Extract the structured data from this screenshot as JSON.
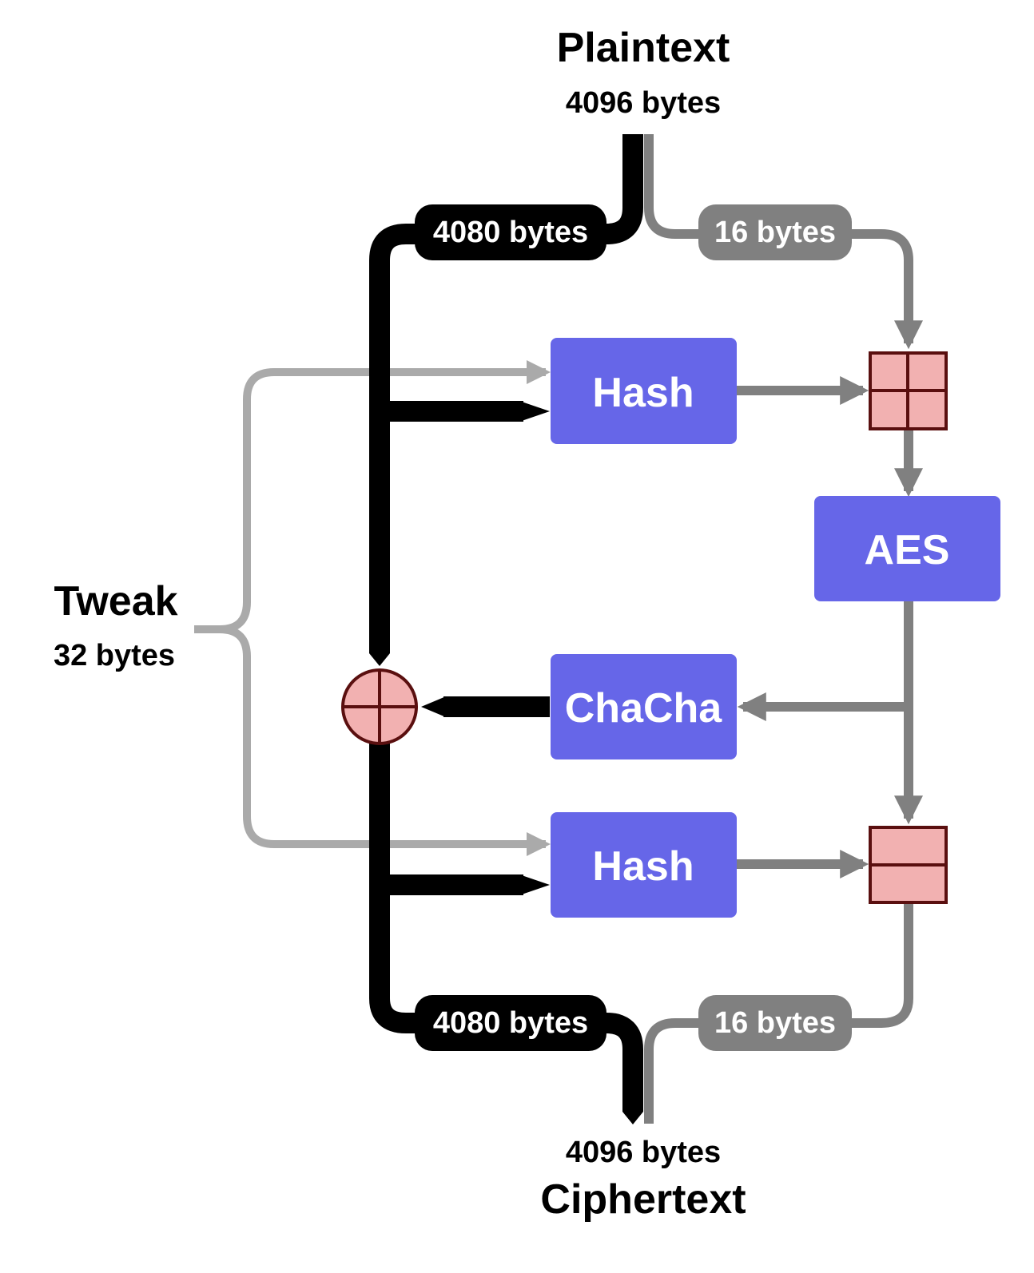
{
  "input": {
    "title": "Plaintext",
    "size": "4096 bytes"
  },
  "output": {
    "title": "Ciphertext",
    "size": "4096 bytes"
  },
  "tweak": {
    "title": "Tweak",
    "size": "32 bytes"
  },
  "split_top": {
    "main": "4080 bytes",
    "side": "16 bytes"
  },
  "split_bottom": {
    "main": "4080 bytes",
    "side": "16 bytes"
  },
  "blocks": {
    "hash_top": "Hash",
    "aes": "AES",
    "chacha": "ChaCha",
    "hash_bottom": "Hash"
  },
  "colors": {
    "block": "#6666e8",
    "main_line": "#000000",
    "side_line": "#808080",
    "tweak_line": "#aaaaaa",
    "operator_fill": "#f2b1b1",
    "operator_stroke": "#5a0f0f"
  }
}
